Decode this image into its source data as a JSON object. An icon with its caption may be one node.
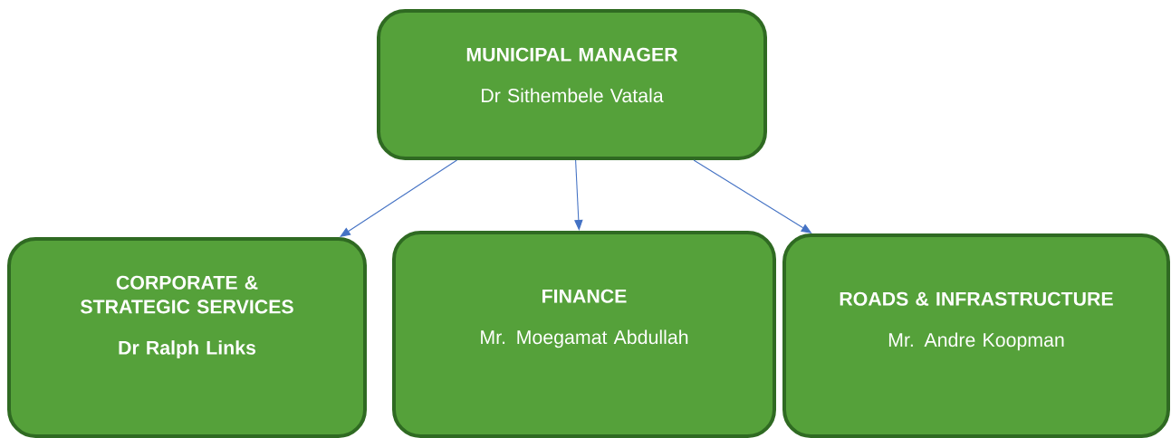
{
  "diagram": {
    "nodes": [
      {
        "text": [
          "MUNICIPAL MANAGER",
          "Dr Sithembele Vatala"
        ]
      },
      {
        "text": [
          "CORPORATE & STRATEGIC SERVICES",
          "Dr Ralph Links"
        ]
      },
      {
        "text": [
          "FINANCE",
          "Mr. Moegamat Abdullah"
        ]
      },
      {
        "text": [
          "ROADS & INFRASTRUCTURE",
          "Mr. Andre Koopman"
        ]
      }
    ],
    "edges": [
      {
        "from": 0,
        "to": 1,
        "arrow": "to"
      },
      {
        "from": 0,
        "to": 2,
        "arrow": "to"
      },
      {
        "from": 0,
        "to": 3,
        "arrow": "to"
      }
    ]
  }
}
